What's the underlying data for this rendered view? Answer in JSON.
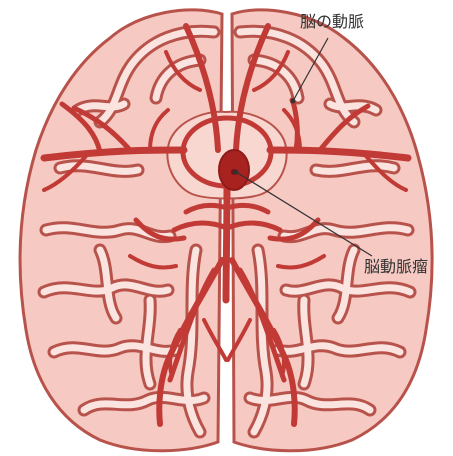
{
  "labels": {
    "arteries": "脳の動脈",
    "aneurysm": "脳動脈瘤"
  },
  "colors": {
    "background": "#ffffff",
    "brain_fill": "#f6c9c2",
    "brain_outline": "#b8534c",
    "brain_gyrus_light": "#fbe3df",
    "artery": "#c23a36",
    "artery_dark": "#9e2723",
    "aneurysm": "#a8221f",
    "leader_line": "#333333"
  },
  "icons": {
    "brain": "brain-underside-illustration",
    "aneurysm": "aneurysm-bulge-marker"
  }
}
